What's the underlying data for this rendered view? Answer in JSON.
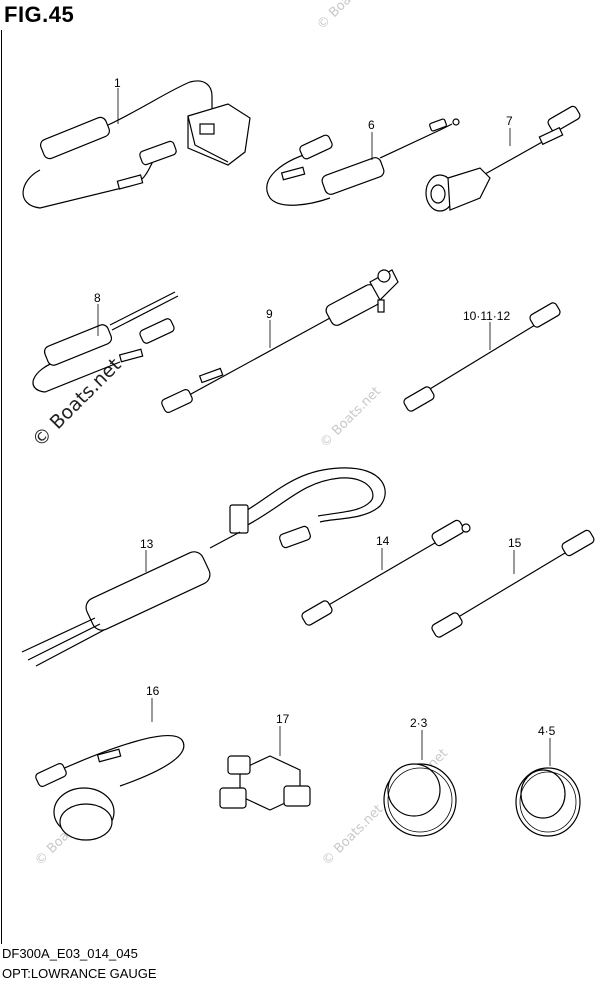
{
  "figure": {
    "title": "FIG.45",
    "code": "DF300A_E03_014_045",
    "caption": "OPT:LOWRANCE GAUGE"
  },
  "watermark": {
    "main": "© Boats.net",
    "faint": "© Boats.net"
  },
  "parts": [
    {
      "id": "p1",
      "label": "1"
    },
    {
      "id": "p6",
      "label": "6"
    },
    {
      "id": "p7",
      "label": "7"
    },
    {
      "id": "p8",
      "label": "8"
    },
    {
      "id": "p9",
      "label": "9"
    },
    {
      "id": "p10",
      "label": "10·11·12"
    },
    {
      "id": "p13",
      "label": "13"
    },
    {
      "id": "p14",
      "label": "14"
    },
    {
      "id": "p15",
      "label": "15"
    },
    {
      "id": "p16",
      "label": "16"
    },
    {
      "id": "p17",
      "label": "17"
    },
    {
      "id": "p2",
      "label": "2·3"
    },
    {
      "id": "p4",
      "label": "4·5"
    }
  ]
}
